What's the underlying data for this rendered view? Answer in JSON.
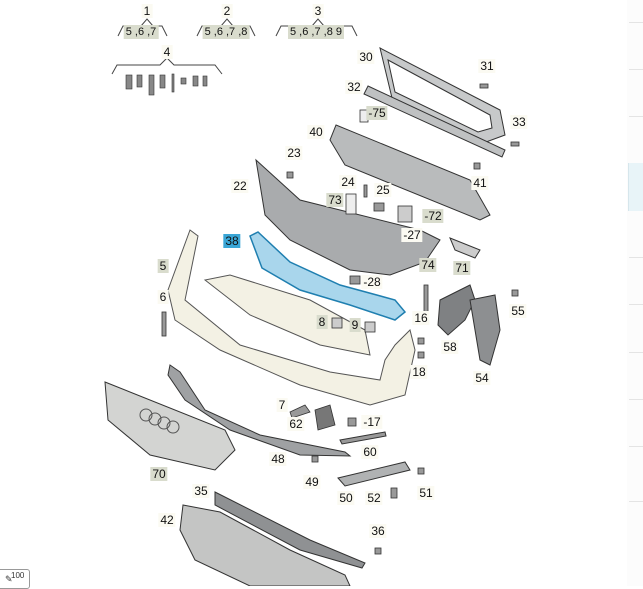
{
  "groups": [
    {
      "number": "1",
      "items": "5 ,6 ,7"
    },
    {
      "number": "2",
      "items": "5 ,6 ,7 ,8"
    },
    {
      "number": "3",
      "items": "5 ,6 ,7 ,8 9"
    },
    {
      "number": "4",
      "items": ""
    }
  ],
  "callouts": {
    "c30": "30",
    "c31": "31",
    "c32": "32",
    "c75": "-75",
    "c33": "33",
    "c40": "40",
    "c23": "23",
    "c41": "41",
    "c24": "24",
    "c25": "25",
    "c22": "22",
    "c73": "73",
    "c72": "-72",
    "c27": "-27",
    "c38": "38",
    "c5": "5",
    "c74": "74",
    "c71": "71",
    "c28": "-28",
    "c6": "6",
    "c55": "55",
    "c8": "8",
    "c9": "9",
    "c16": "16",
    "c58": "58",
    "c18": "18",
    "c54": "54",
    "c7": "7",
    "c17": "-17",
    "c62": "62",
    "c60": "60",
    "c48": "48",
    "c70": "70",
    "c49": "49",
    "c51": "51",
    "c50": "50",
    "c52": "52",
    "c35": "35",
    "c42": "42",
    "c36": "36"
  },
  "highlighted_part": "38",
  "zoom": {
    "value": "100",
    "icon": "pencil-icon"
  },
  "colors": {
    "highlight": "#3aa6d6",
    "catalog_label": "#d9dccd",
    "part_fill": "#c9cbcc",
    "bumper_fill": "#f3f1e4"
  }
}
